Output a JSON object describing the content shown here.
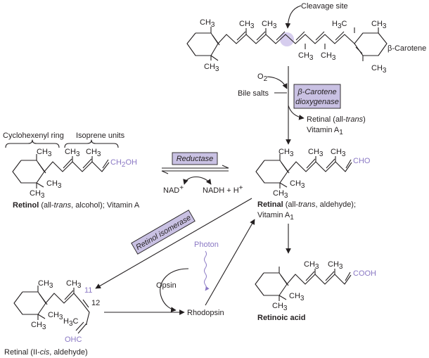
{
  "colors": {
    "accent": "#8a78c4",
    "enzyme_fill": "#c9c1e3",
    "cleavage_highlight": "#d6cdee",
    "ink": "#231f20"
  },
  "labels": {
    "cleavage_site": "Cleavage site",
    "beta_carotene": "β-Carotene",
    "o2": "O",
    "o2_sub": "2",
    "bile_salts": "Bile salts",
    "enzyme_dioxygenase_1": "β-Carotene",
    "enzyme_dioxygenase_2": "dioxygenase",
    "retinal_trans_1_a": "Retinal (all-",
    "retinal_trans_1_b": "trans",
    "retinal_trans_1_c": ")",
    "vitamin_a1": "Vitamin A",
    "vitamin_a1_sub": "1",
    "cyclohexenyl_ring": "Cyclohexenyl ring",
    "isoprene_units": "Isoprene units",
    "enzyme_reductase": "Reductase",
    "nad": "NAD",
    "nad_sup": "+",
    "nadh": "NADH + H",
    "nadh_sup": "+",
    "retinol_bold": "Retinol",
    "retinol_rest_a": " (all-",
    "retinol_rest_b": "trans",
    "retinol_rest_c": ", alcohol); Vitamin A",
    "retinal_bold": "Retinal",
    "retinal_rest_a": " (all-",
    "retinal_rest_b": "trans",
    "retinal_rest_c": ", aldehyde);",
    "retinal_vit": "Vitamin A",
    "retinal_vit_sub": "1",
    "enzyme_isomerase": "Retinol isomerase",
    "photon": "Photon",
    "opsin": "Opsin",
    "rhodopsin": "Rhodopsin",
    "retinoic_acid": "Retinoic acid",
    "retinal_cis_a": "Retinal (II-",
    "retinal_cis_b": "cis",
    "retinal_cis_c": ", aldehyde)",
    "num_11": "11",
    "num_12": "12"
  },
  "groups": {
    "ch3": "CH",
    "ch3_sub": "3",
    "h3c": "H",
    "h3c_sub": "3",
    "h3c_c": "C",
    "ch2oh_a": "CH",
    "ch2oh_sub": "2",
    "ch2oh_b": "OH",
    "cho": "CHO",
    "cooh": "COOH",
    "ohc": "OHC"
  }
}
